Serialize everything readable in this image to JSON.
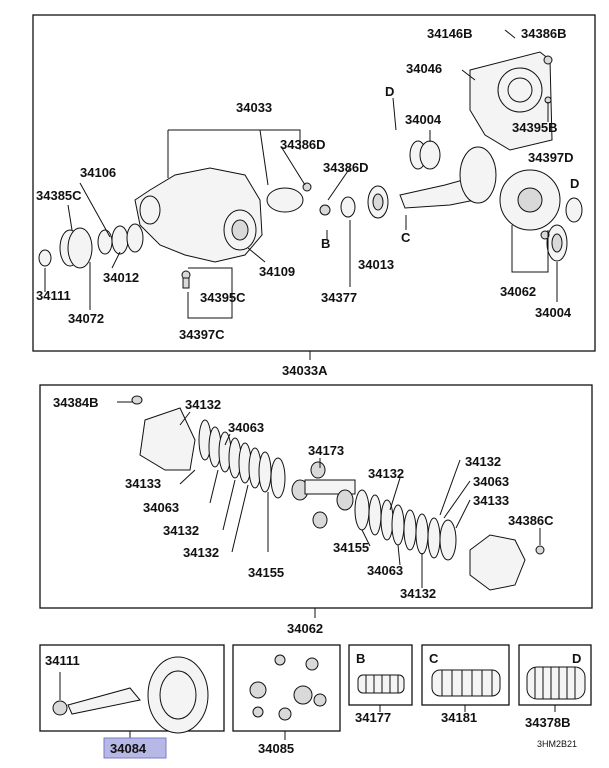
{
  "labels": {
    "l34146B": "34146B",
    "l34386B": "34386B",
    "l34046": "34046",
    "l34033": "34033",
    "lD1": "D",
    "l34004a": "34004",
    "l34386Da": "34386D",
    "l34395Ba": "34395B",
    "l34386Db": "34386D",
    "l34397D": "34397D",
    "l34106": "34106",
    "l34385C": "34385C",
    "lD2": "D",
    "lB1": "B",
    "lC1": "C",
    "l34012": "34012",
    "l34109": "34109",
    "l34013": "34013",
    "l34111a": "34111",
    "l34395C": "34395C",
    "l34377": "34377",
    "l34062a": "34062",
    "l34072": "34072",
    "l34004b": "34004",
    "l34397C": "34397C",
    "l34033A": "34033A",
    "l34384B": "34384B",
    "l34132a": "34132",
    "l34063a": "34063",
    "l34173": "34173",
    "l34132b": "34132",
    "l34132c": "34132",
    "l34063b": "34063",
    "l34133a": "34133",
    "l34133b": "34133",
    "l34063c": "34063",
    "l34386C": "34386C",
    "l34132d": "34132",
    "l34155a": "34155",
    "l34132e": "34132",
    "l34155b": "34155",
    "l34063d": "34063",
    "l34132f": "34132",
    "l34062b": "34062",
    "l34111b": "34111",
    "lB2": "B",
    "lC2": "C",
    "lD3": "D",
    "l34177": "34177",
    "l34181": "34181",
    "l34378B": "34378B",
    "l34084": "34084",
    "l34085": "34085",
    "code": "3HM2B21"
  },
  "colors": {
    "highlight": "#b7b8e6",
    "line": "#111111"
  }
}
